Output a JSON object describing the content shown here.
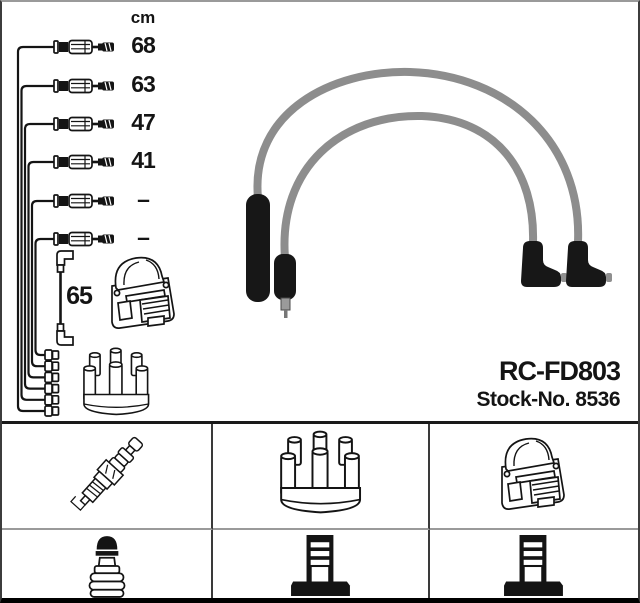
{
  "unit_header": "cm",
  "cables": [
    {
      "length": "68"
    },
    {
      "length": "63"
    },
    {
      "length": "47"
    },
    {
      "length": "41"
    },
    {
      "length": "–"
    },
    {
      "length": "–"
    }
  ],
  "coil_wire_length": "65",
  "part_number": "RC-FD803",
  "stock_number": "Stock-No. 8536",
  "colors": {
    "ink": "#141414",
    "cable_grey": "#8d8d8d",
    "boot_black": "#171717",
    "table_border": "#3a3a3a"
  },
  "icons": {
    "diagram": [
      "cable-connector-icon",
      "bundle-terminal-icon",
      "coil-wire-icon",
      "ignition-coil-drawing",
      "distributor-cap-drawing"
    ],
    "photo": [
      "cable-set-photo"
    ],
    "table_row1": [
      "spark-plug-icon",
      "distributor-cap-icon",
      "ignition-coil-icon"
    ],
    "table_row2": [
      "plug-terminal-nut-icon",
      "distributor-tower-terminal-icon",
      "coil-tower-terminal-icon"
    ]
  }
}
